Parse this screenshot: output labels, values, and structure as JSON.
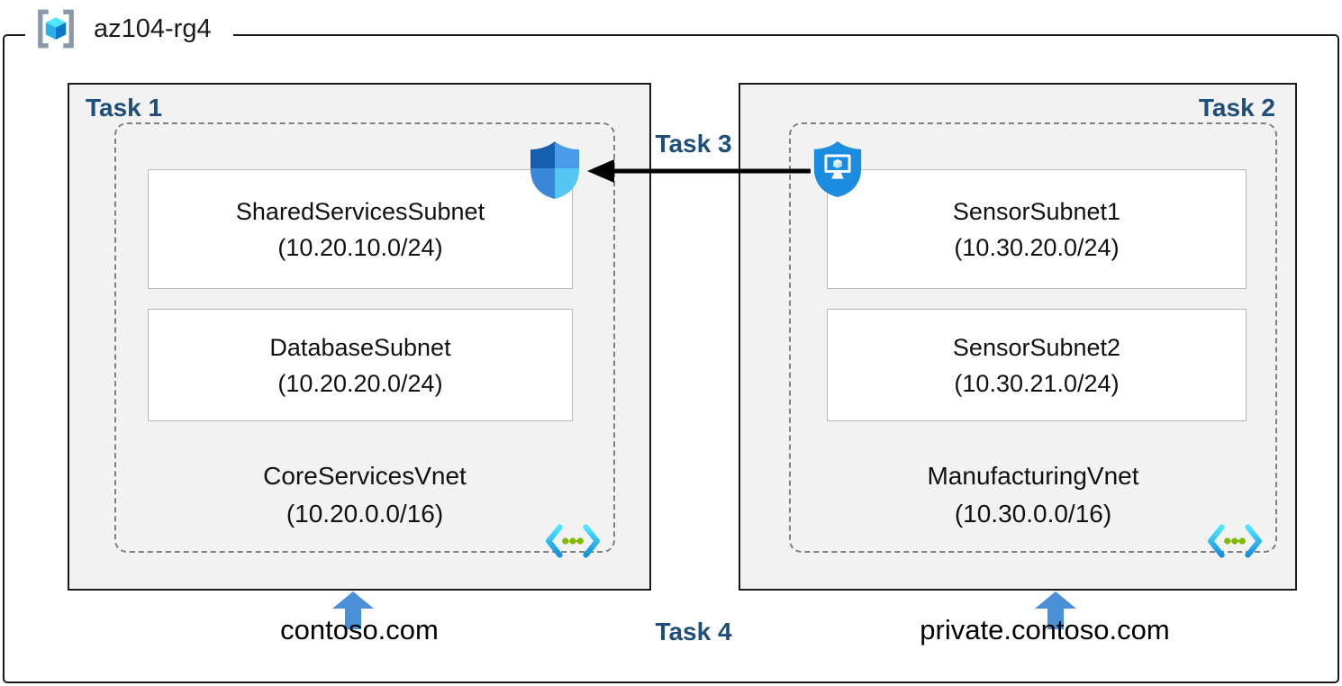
{
  "resource_group": {
    "name": "az104-rg4"
  },
  "tasks": {
    "task1": "Task 1",
    "task2": "Task 2",
    "task3": "Task 3",
    "task4": "Task 4"
  },
  "left": {
    "subnets": [
      {
        "name": "SharedServicesSubnet",
        "cidr": "(10.20.10.0/24)"
      },
      {
        "name": "DatabaseSubnet",
        "cidr": "(10.20.20.0/24)"
      }
    ],
    "vnet_name": "CoreServicesVnet",
    "vnet_cidr": "(10.20.0.0/16)",
    "dns_label": "contoso.com"
  },
  "right": {
    "subnets": [
      {
        "name": "SensorSubnet1",
        "cidr": "(10.30.20.0/24)"
      },
      {
        "name": "SensorSubnet2",
        "cidr": "(10.30.21.0/24)"
      }
    ],
    "vnet_name": "ManufacturingVnet",
    "vnet_cidr": "(10.30.0.0/16)",
    "dns_label": "private.contoso.com"
  },
  "icons": {
    "resource_group": "resource-group-icon",
    "network_security": "nsg-shield-icon",
    "shielded_vm": "shielded-vm-icon",
    "virtual_network": "virtual-network-icon",
    "up_arrow": "up-arrow-icon",
    "peering_arrow": "task3-arrow-icon"
  },
  "colors": {
    "task_label": "#1f4e79",
    "panel_fill": "#f2f2f2",
    "panel_border": "#1a1a1a",
    "subnet_border": "#b8b8b8",
    "dashed_border": "#808080",
    "arrow_blue": "#4a90d9",
    "arrow_black": "#000000"
  }
}
